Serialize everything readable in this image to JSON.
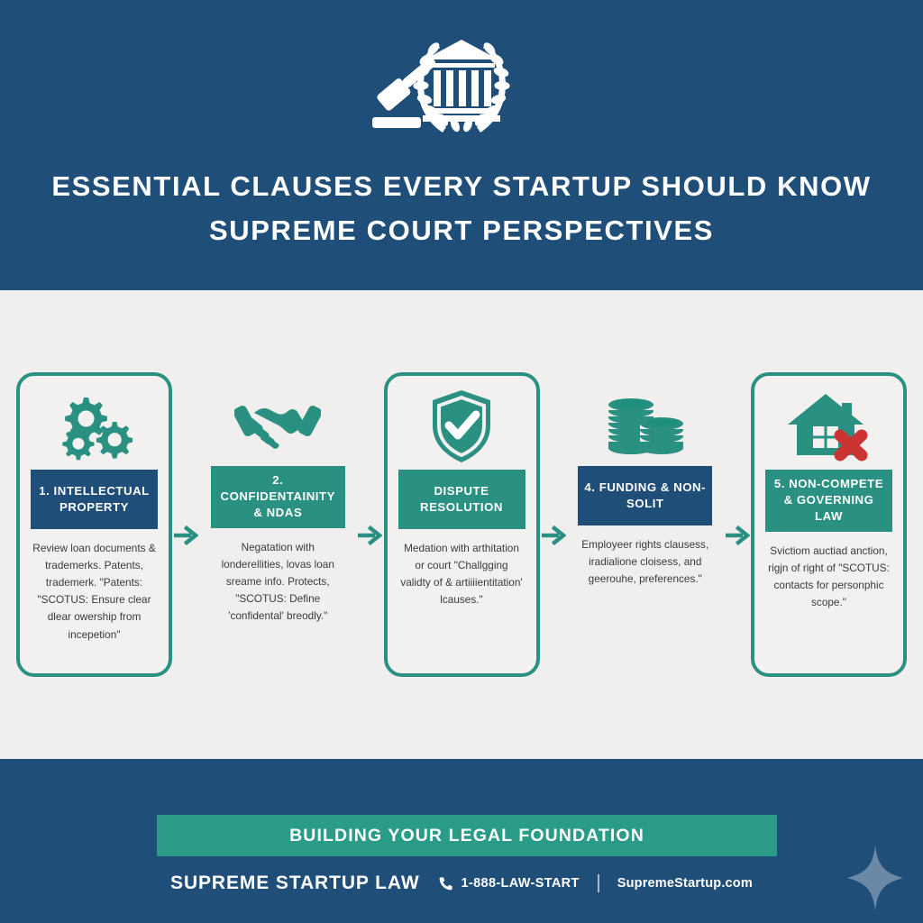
{
  "header": {
    "emblem_icon": "gavel-courthouse-laurel-emblem",
    "title_line1": "ESSENTIAL CLAUSES EVERY STARTUP SHOULD KNOW",
    "title_line2": "SUPREME COURT PERSPECTIVES",
    "background_color": "#1f4e79"
  },
  "colors": {
    "navy": "#1f4e79",
    "teal": "#2a9081",
    "teal_banner": "#2a9b86",
    "body_bg": "#f0efed",
    "red_accent": "#cc3333"
  },
  "main": {
    "arrow_icon": "arrow-right-icon",
    "cards": [
      {
        "icon": "gears-icon",
        "header": "1. INTELLECTUAL PROPERTY",
        "header_color": "navy",
        "bordered": true,
        "body": "Review loan documents & trademerks. Patents, trademerk. \"Patents: \"SCOTUS: Ensure clear dlear owership from incepetion\""
      },
      {
        "icon": "handshake-icon",
        "header": "2. CONFIDENTAINITY & NDAS",
        "header_color": "teal",
        "bordered": false,
        "body": "Negatation with londerellities, lovas loan sreame info. Protects, \"SCOTUS: Define 'confidental' breodly.\""
      },
      {
        "icon": "shield-check-icon",
        "header": "DISPUTE RESOLUTION",
        "header_color": "teal",
        "bordered": true,
        "body": "Medation with arthitation or court \"Challgging validty of & artiiiientitation' lcauses.\""
      },
      {
        "icon": "coin-stacks-icon",
        "header": "4. FUNDING & NON-SOLIT",
        "header_color": "navy",
        "bordered": false,
        "body": "Employeer rights clausess, iradialione cloisess, and geerouhe, preferences.\""
      },
      {
        "icon": "house-x-icon",
        "header": "5. NON-COMPETE & GOVERNING LAW",
        "header_color": "teal",
        "bordered": true,
        "body": "Svictiom auctiad anction, rigjn of right of \"SCOTUS: contacts for personphic scope.\""
      }
    ]
  },
  "footer": {
    "banner_text": "BUILDING YOUR LEGAL FOUNDATION",
    "brand": "SUPREME STARTUP LAW",
    "phone_icon": "phone-icon",
    "phone": "1-888-LAW-START",
    "website": "SupremeStartup.com",
    "sparkle_icon": "sparkle-diamond-icon"
  }
}
